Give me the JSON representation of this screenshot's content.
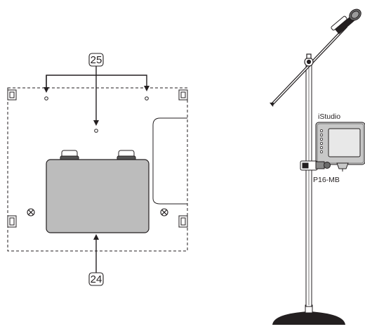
{
  "callouts": {
    "top": "25",
    "bottom": "24"
  },
  "labels": {
    "device": "iStudio",
    "mount": "P16-MB"
  },
  "colors": {
    "ink": "#231f20",
    "panel_fill": "#bcbcbc",
    "device_fill": "#c8c8c8",
    "screen_fill": "#e8e8e8"
  }
}
